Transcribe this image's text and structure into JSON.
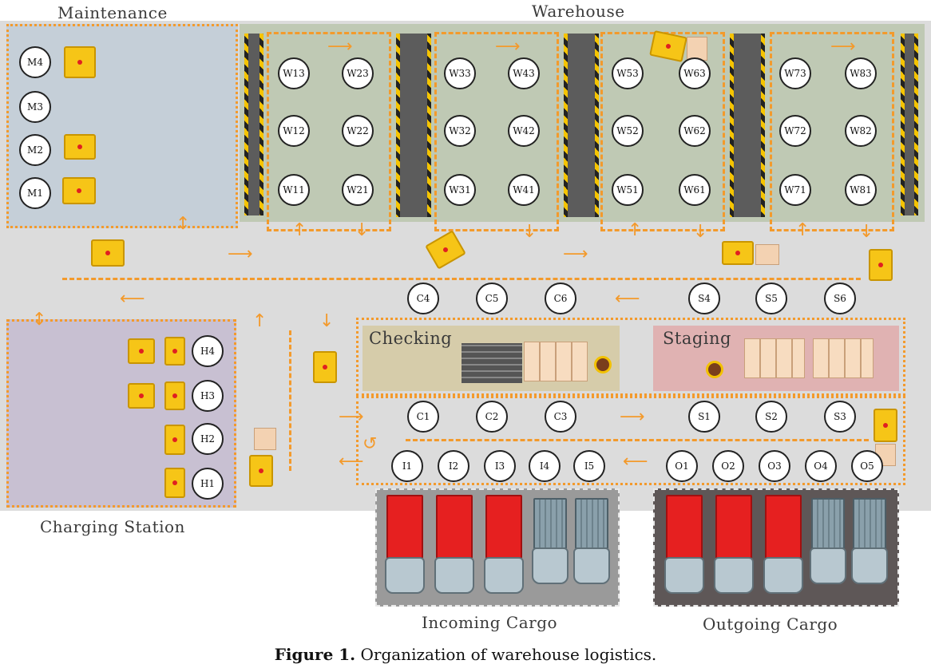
{
  "labels": {
    "maintenance": "Maintenance",
    "warehouse": "Warehouse",
    "charging_station": "Charging Station",
    "checking": "Checking",
    "staging": "Staging",
    "incoming_cargo": "Incoming Cargo",
    "outgoing_cargo": "Outgoing Cargo"
  },
  "caption": {
    "bold": "Figure 1.",
    "text": "Organization of warehouse logistics."
  },
  "nodes": {
    "maintenance": [
      "M4",
      "M3",
      "M2",
      "M1"
    ],
    "warehouse_top": [
      "W13",
      "W23",
      "W33",
      "W43",
      "W53",
      "W63",
      "W73",
      "W83"
    ],
    "warehouse_mid": [
      "W12",
      "W22",
      "W32",
      "W42",
      "W52",
      "W62",
      "W72",
      "W82"
    ],
    "warehouse_bot": [
      "W11",
      "W21",
      "W31",
      "W41",
      "W51",
      "W61",
      "W71",
      "W81"
    ],
    "charging": [
      "H4",
      "H3",
      "H2",
      "H1"
    ],
    "checking_top": [
      "C4",
      "C5",
      "C6"
    ],
    "staging_top": [
      "S4",
      "S5",
      "S6"
    ],
    "checking_bot": [
      "C1",
      "C2",
      "C3"
    ],
    "staging_bot": [
      "S1",
      "S2",
      "S3"
    ],
    "incoming": [
      "I1",
      "I2",
      "I3",
      "I4",
      "I5"
    ],
    "outgoing": [
      "O1",
      "O2",
      "O3",
      "O4",
      "O5"
    ]
  },
  "colors": {
    "route": "#f39a2c",
    "maintenance_bg": "#c5cfd8",
    "warehouse_bg": "#bfc9b4",
    "charging_bg": "#c8c0d2",
    "checking_bg": "#d6ccaa",
    "staging_bg": "#e0b2b2",
    "floor": "#dcdcdc",
    "incoming_bg": "#9a9a9a",
    "outgoing_bg": "#5e5757",
    "truck_red": "#e62020",
    "truck_blue": "#8aa0ab"
  }
}
